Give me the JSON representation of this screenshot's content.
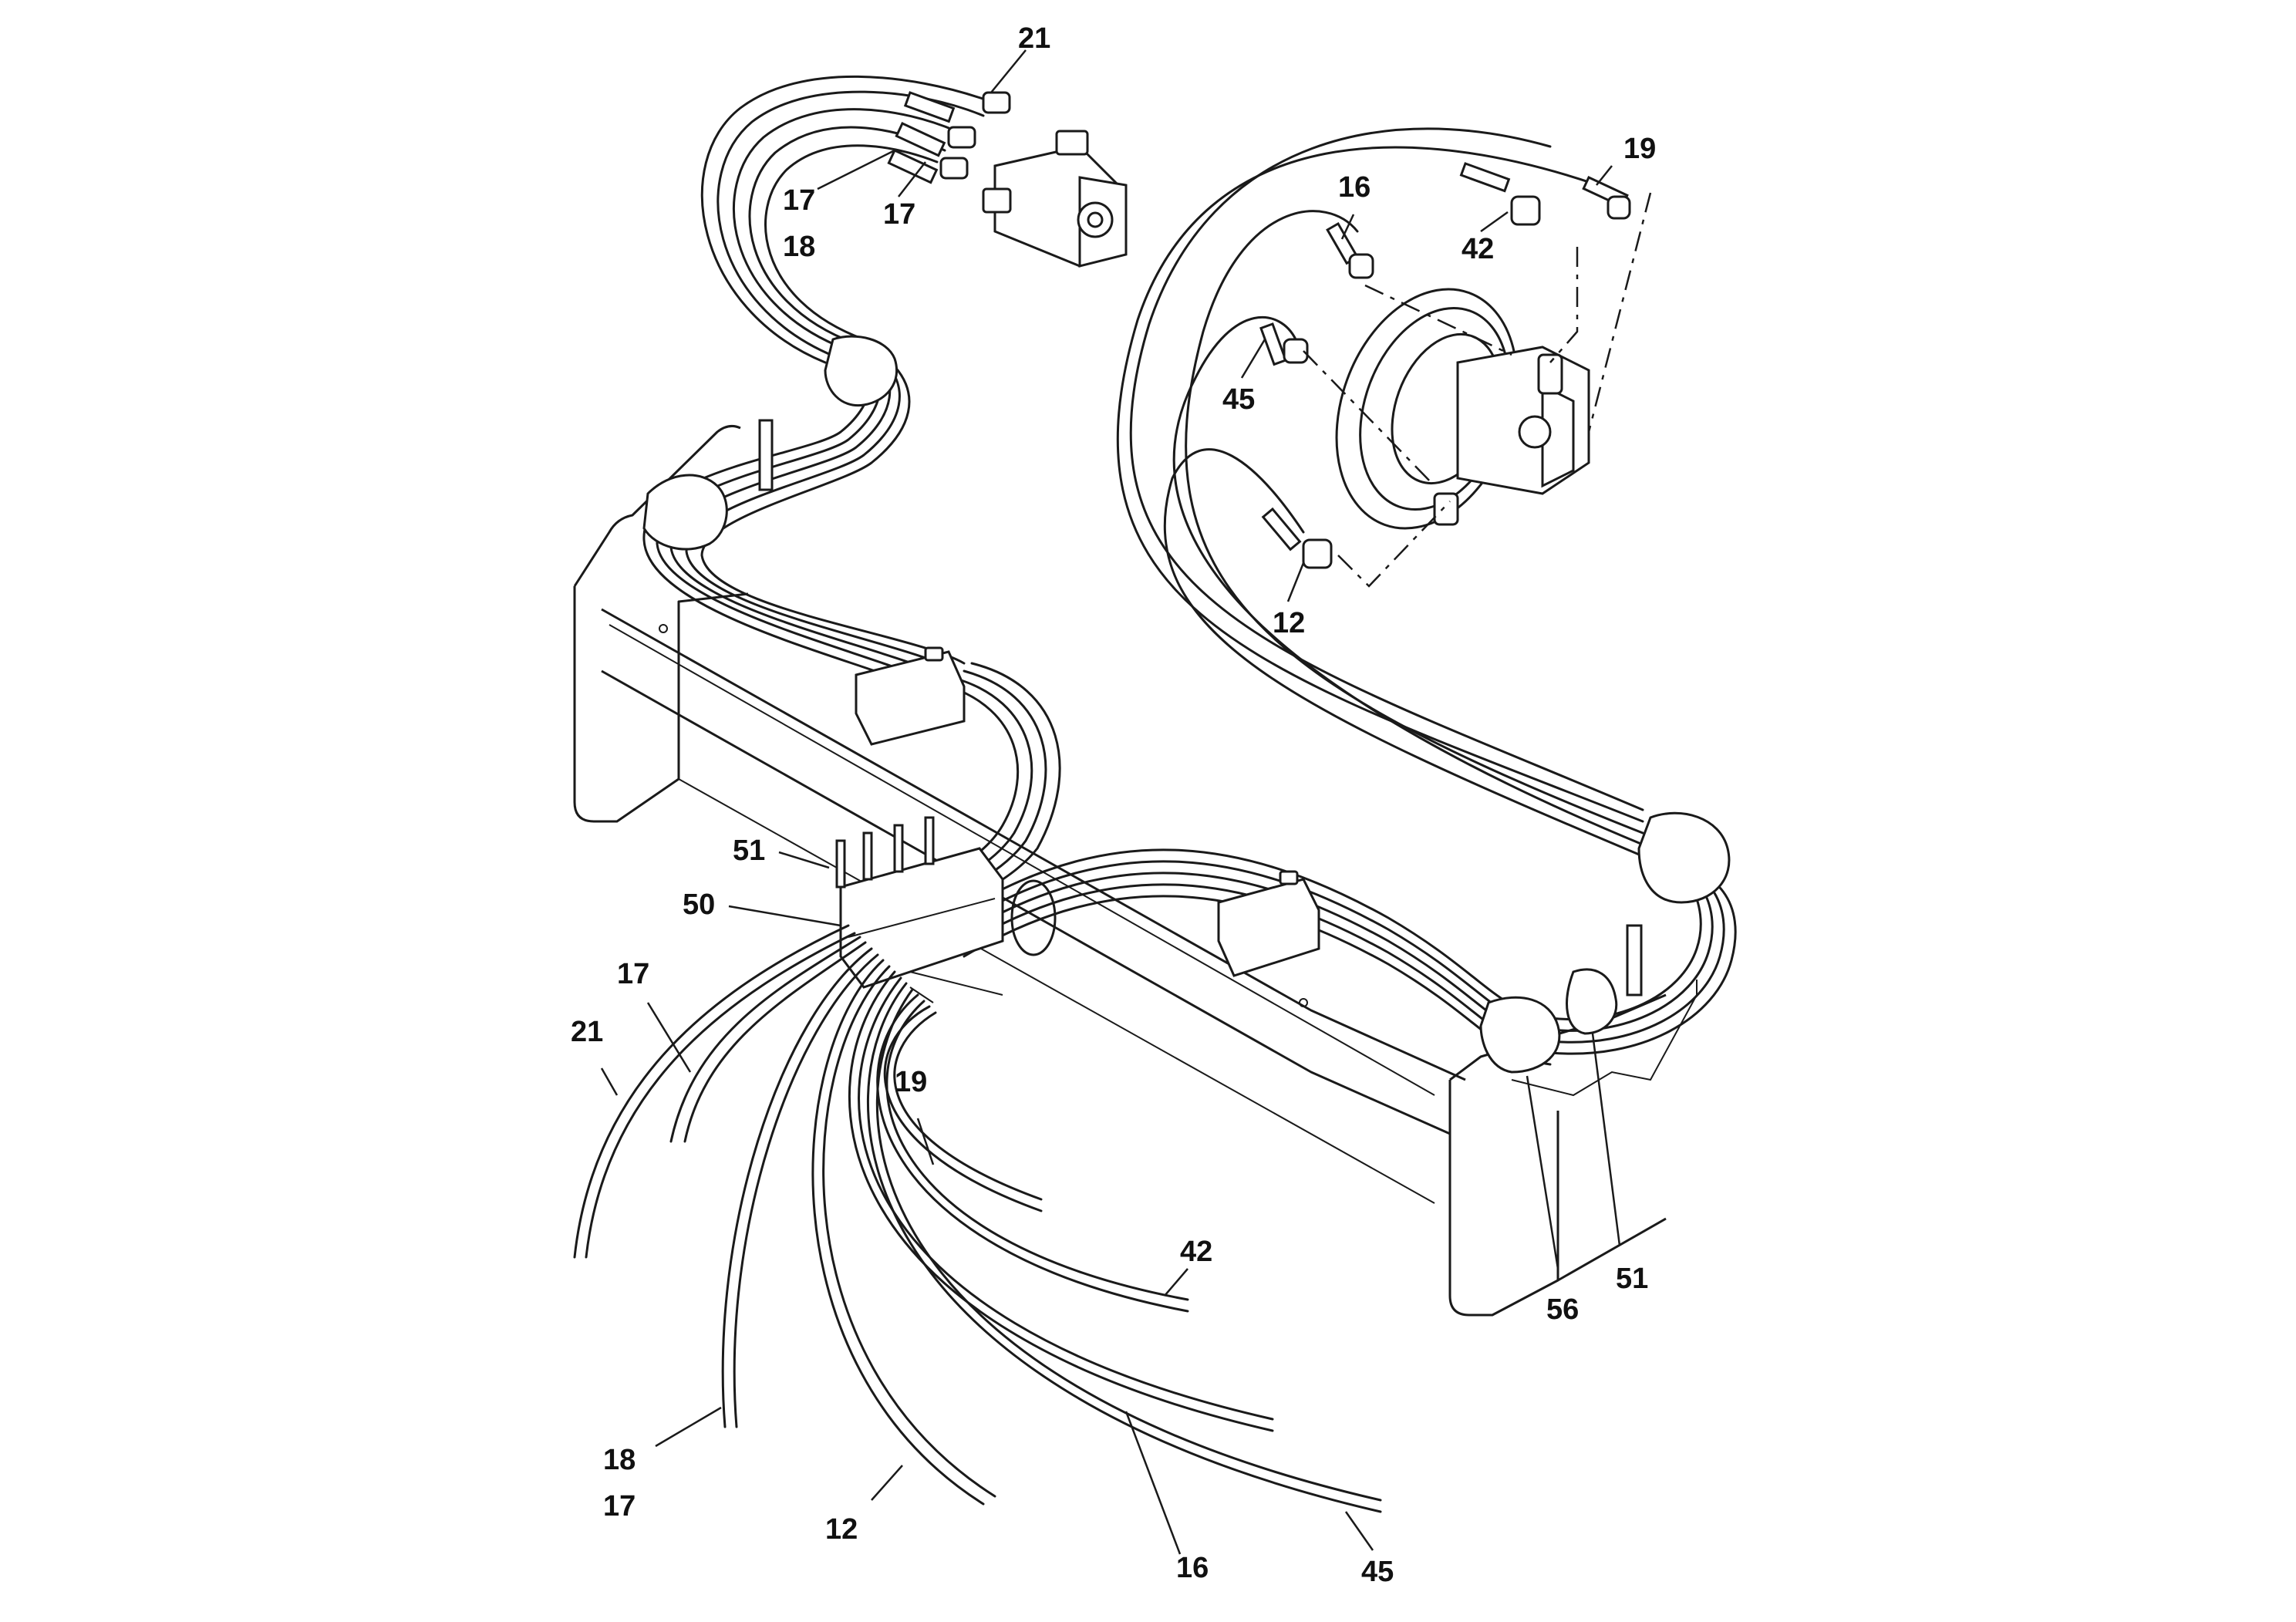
{
  "labels": {
    "top_motor_21": "21",
    "top_motor_17a": "17",
    "top_motor_17b": "17",
    "top_motor_18": "18",
    "right_motor_19": "19",
    "right_motor_16": "16",
    "right_motor_42": "42",
    "right_motor_45": "45",
    "right_motor_12": "12",
    "clamp_51_left": "51",
    "sleeve_50": "50",
    "hose_end_17": "17",
    "hose_end_21": "21",
    "hose_end_19": "19",
    "hose_end_42": "42",
    "hose_end_18": "18",
    "hose_end_17b": "17",
    "hose_end_12": "12",
    "hose_end_16": "16",
    "hose_end_45": "45",
    "sleeve_56": "56",
    "clamp_51_right": "51"
  },
  "colors": {
    "line": "#1a1a1a",
    "background": "#ffffff"
  }
}
